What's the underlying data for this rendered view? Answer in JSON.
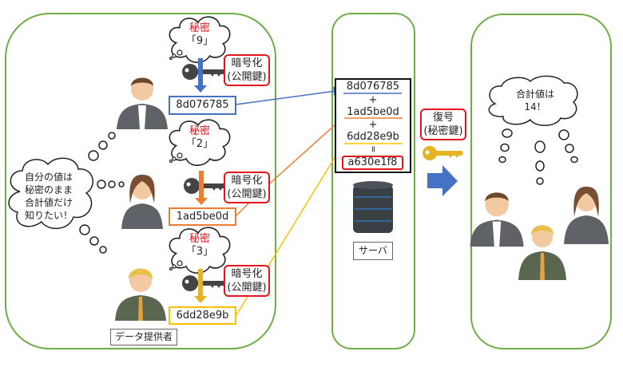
{
  "providers": {
    "label": "データ提供者",
    "wish": [
      "自分の値は",
      "秘密のまま",
      "合計値だけ",
      "知りたい！"
    ],
    "items": [
      {
        "secret_label": "秘密",
        "secret_value": "「9」",
        "encrypt_label": "暗号化",
        "encrypt_key": "(公開鍵)",
        "ciphertext": "8d076785",
        "color": "#4472c4"
      },
      {
        "secret_label": "秘密",
        "secret_value": "「2」",
        "encrypt_label": "暗号化",
        "encrypt_key": "(公開鍵)",
        "ciphertext": "1ad5be0d",
        "color": "#ed7d31"
      },
      {
        "secret_label": "秘密",
        "secret_value": "「3」",
        "encrypt_label": "暗号化",
        "encrypt_key": "(公開鍵)",
        "ciphertext": "6dd28e9b",
        "color": "#ffc000"
      }
    ]
  },
  "server": {
    "label": "サーバ",
    "terms": [
      "8d076785",
      "1ad5be0d",
      "6dd28e9b"
    ],
    "plus": "+",
    "equals": "=",
    "result": "a630e1f8"
  },
  "decrypt": {
    "label": "復号",
    "key": "(秘密鍵)"
  },
  "recipients": {
    "thought": [
      "合計値は",
      "14！"
    ]
  },
  "colors": {
    "panel": "#70ad47",
    "alert": "#e8141b",
    "arrow": "#4472c4",
    "gold": "#e6b422"
  }
}
